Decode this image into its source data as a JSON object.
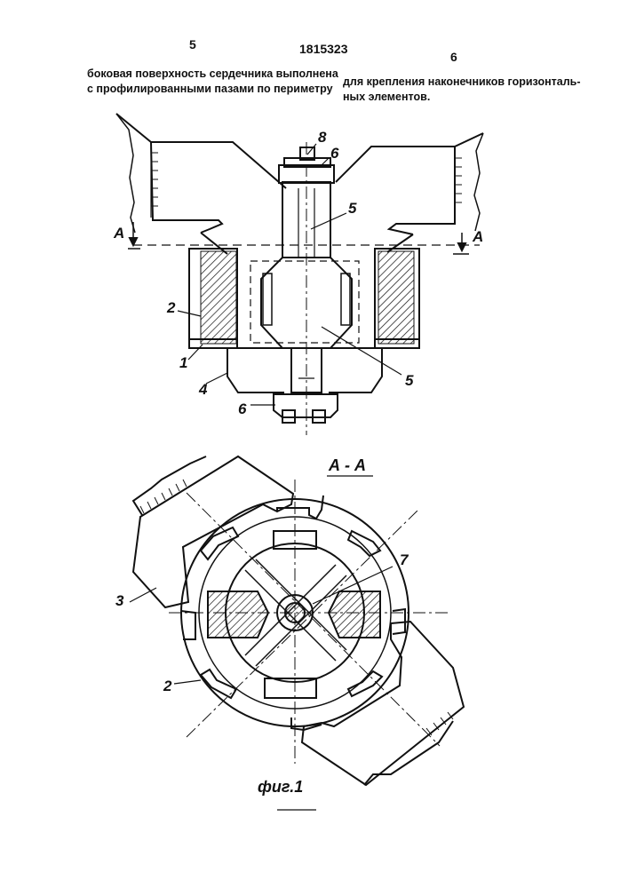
{
  "header": {
    "page_left": "5",
    "patent_number": "1815323",
    "page_right": "6"
  },
  "text": {
    "left_line1": "боковая поверхность сердечника выполнена",
    "left_line2": "с профилированными пазами по периметру",
    "right_line1": "для крепления наконечников горизонталь-",
    "right_line2": "ных элементов."
  },
  "figure1": {
    "labels": {
      "l8": "8",
      "l6_top": "6",
      "l5_top": "5",
      "a_left": "A",
      "a_right": "A",
      "l2": "2",
      "l1": "1",
      "l4": "4",
      "l5_bottom": "5",
      "l6_bottom": "6"
    }
  },
  "section": {
    "title": "А - А",
    "labels": {
      "l7": "7",
      "l3": "3",
      "l2": "2"
    }
  },
  "caption": "фиг.1"
}
